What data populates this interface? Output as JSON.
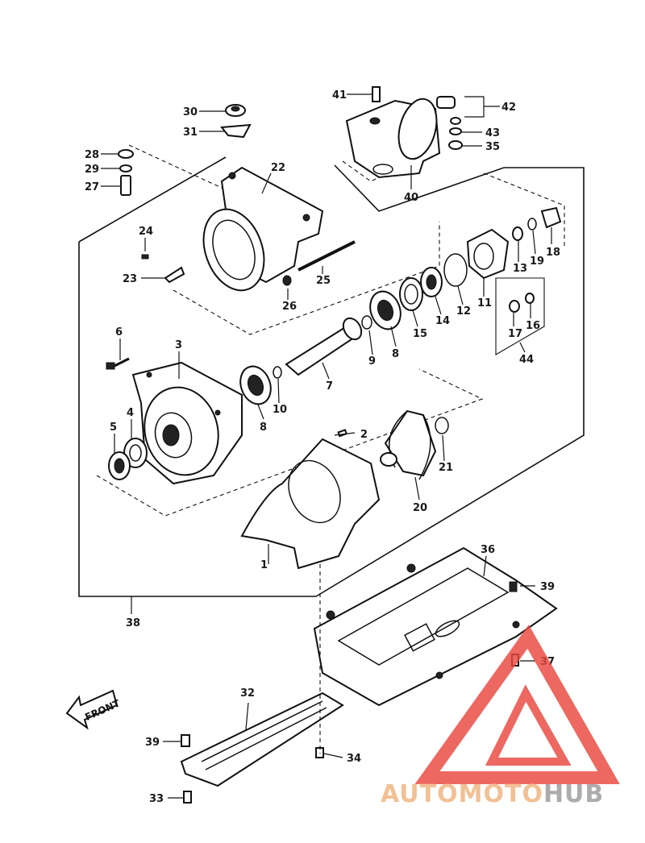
{
  "diagram": {
    "callouts": [
      {
        "id": "c1",
        "label": "1"
      },
      {
        "id": "c2",
        "label": "2"
      },
      {
        "id": "c3",
        "label": "3"
      },
      {
        "id": "c4",
        "label": "4"
      },
      {
        "id": "c5",
        "label": "5"
      },
      {
        "id": "c6",
        "label": "6"
      },
      {
        "id": "c7",
        "label": "7"
      },
      {
        "id": "c8a",
        "label": "8"
      },
      {
        "id": "c8b",
        "label": "8"
      },
      {
        "id": "c9",
        "label": "9"
      },
      {
        "id": "c10",
        "label": "10"
      },
      {
        "id": "c11",
        "label": "11"
      },
      {
        "id": "c12",
        "label": "12"
      },
      {
        "id": "c13",
        "label": "13"
      },
      {
        "id": "c14",
        "label": "14"
      },
      {
        "id": "c15",
        "label": "15"
      },
      {
        "id": "c16",
        "label": "16"
      },
      {
        "id": "c17",
        "label": "17"
      },
      {
        "id": "c18",
        "label": "18"
      },
      {
        "id": "c19",
        "label": "19"
      },
      {
        "id": "c20",
        "label": "20"
      },
      {
        "id": "c21",
        "label": "21"
      },
      {
        "id": "c22",
        "label": "22"
      },
      {
        "id": "c23",
        "label": "23"
      },
      {
        "id": "c24",
        "label": "24"
      },
      {
        "id": "c25",
        "label": "25"
      },
      {
        "id": "c26",
        "label": "26"
      },
      {
        "id": "c27",
        "label": "27"
      },
      {
        "id": "c28",
        "label": "28"
      },
      {
        "id": "c29",
        "label": "29"
      },
      {
        "id": "c30",
        "label": "30"
      },
      {
        "id": "c31",
        "label": "31"
      },
      {
        "id": "c32",
        "label": "32"
      },
      {
        "id": "c33",
        "label": "33"
      },
      {
        "id": "c34",
        "label": "34"
      },
      {
        "id": "c35",
        "label": "35"
      },
      {
        "id": "c36",
        "label": "36"
      },
      {
        "id": "c37",
        "label": "37"
      },
      {
        "id": "c38",
        "label": "38"
      },
      {
        "id": "c39a",
        "label": "39"
      },
      {
        "id": "c39b",
        "label": "39"
      },
      {
        "id": "c40",
        "label": "40"
      },
      {
        "id": "c41",
        "label": "41"
      },
      {
        "id": "c42",
        "label": "42"
      },
      {
        "id": "c43",
        "label": "43"
      },
      {
        "id": "c44",
        "label": "44"
      }
    ],
    "front_label": "FRONT"
  },
  "watermark": {
    "text_part1": "AUTOMOTO",
    "text_part2": "HUB",
    "color_part1": "#f0b37e",
    "color_part2": "#9a9a9a",
    "triangle_color": "#e8473f"
  }
}
